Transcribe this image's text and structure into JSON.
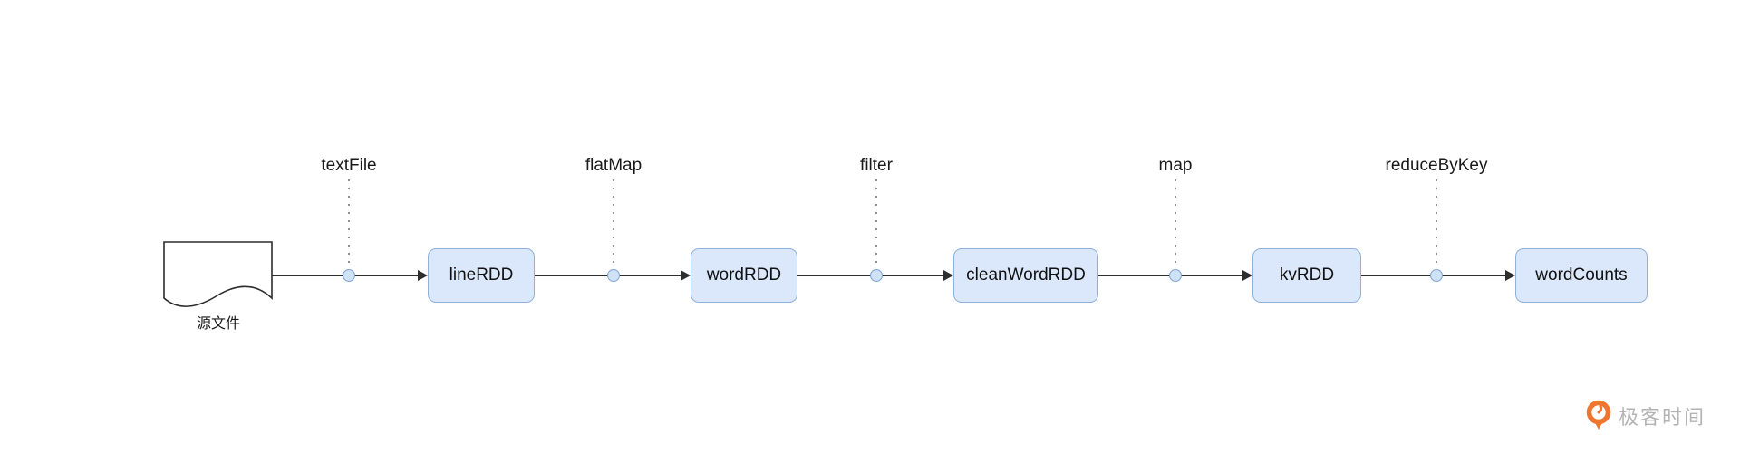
{
  "diagram": {
    "source_label": "源文件",
    "operations": [
      {
        "label": "textFile"
      },
      {
        "label": "flatMap"
      },
      {
        "label": "filter"
      },
      {
        "label": "map"
      },
      {
        "label": "reduceByKey"
      }
    ],
    "nodes": [
      {
        "label": "lineRDD"
      },
      {
        "label": "wordRDD"
      },
      {
        "label": "cleanWordRDD"
      },
      {
        "label": "kvRDD"
      },
      {
        "label": "wordCounts"
      }
    ]
  },
  "branding": {
    "logo_text": "极客时间"
  },
  "colors": {
    "node_fill": "#dbe8fb",
    "node_border": "#8fb1dd",
    "dot_fill": "#cfe2f7",
    "dot_border": "#7ca3d4",
    "edge": "#2d2d2d",
    "brand_orange": "#f0752f",
    "brand_text": "#b3b3b3"
  }
}
